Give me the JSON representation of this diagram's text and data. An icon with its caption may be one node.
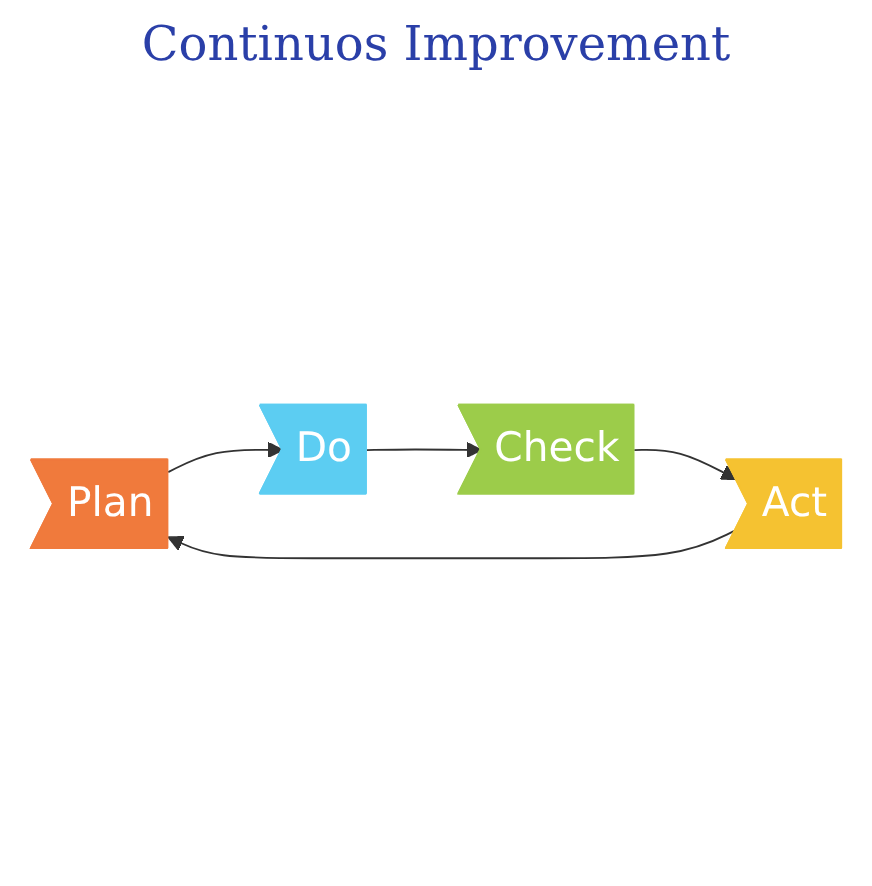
{
  "diagram": {
    "nodes": [
      {
        "text": [
          "Plan"
        ]
      },
      {
        "text": [
          "Do"
        ]
      },
      {
        "text": [
          "Check"
        ]
      },
      {
        "text": [
          "Act"
        ]
      }
    ],
    "edges": [
      {
        "from": 0,
        "to": 1,
        "arrow": "to"
      },
      {
        "from": 1,
        "to": 2,
        "arrow": "to"
      },
      {
        "from": 2,
        "to": 3,
        "arrow": "to"
      },
      {
        "from": 3,
        "to": 0,
        "arrow": "to"
      }
    ],
    "labels": [
      "Continuos Improvement"
    ]
  }
}
